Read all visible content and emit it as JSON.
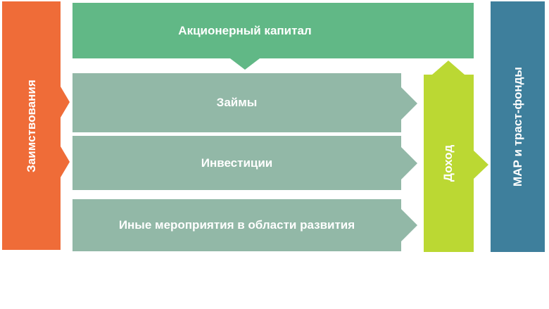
{
  "diagram": {
    "left_bar": {
      "label": "Заимствования",
      "color": "#EF6C38"
    },
    "top_bar": {
      "label": "Акционерный капитал",
      "color": "#61B886"
    },
    "rows": [
      {
        "label": "Займы"
      },
      {
        "label": "Инвестиции"
      },
      {
        "label": "Иные мероприятия в области развития"
      }
    ],
    "rows_color": "#92B8A7",
    "income_bar": {
      "label": "Доход",
      "color": "#BBD833"
    },
    "right_bar": {
      "label": "МАР и траст-фонды",
      "color": "#3E7F9C"
    },
    "text_color": "#FFFFFF",
    "background_color": "#FFFFFF"
  }
}
